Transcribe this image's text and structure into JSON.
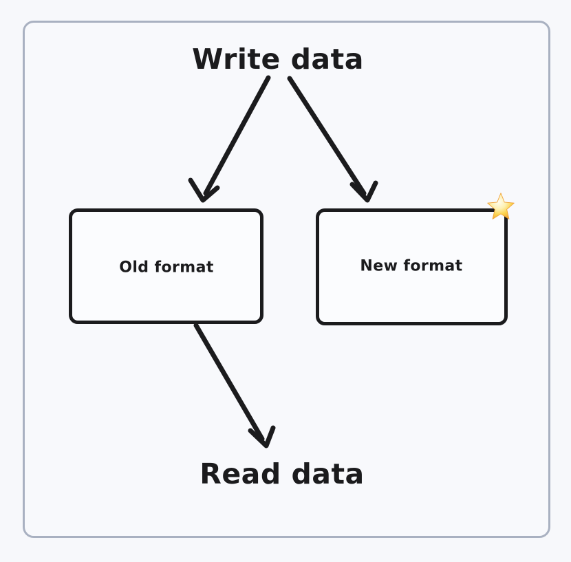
{
  "diagram": {
    "type": "flow-diagram",
    "title_top": "Write data",
    "title_bottom": "Read data",
    "frame": {
      "border_color": "#a9b1c1",
      "background_color": "#f8f9fc"
    },
    "page_background": "#f7f8fb",
    "nodes": [
      {
        "id": "old-format",
        "label": "Old format",
        "border_color": "#1b1b1d",
        "fill_color": "#fbfcfe",
        "badge": null
      },
      {
        "id": "new-format",
        "label": "New format",
        "border_color": "#1b1b1d",
        "fill_color": "#fbfcfe",
        "badge": "star-icon"
      }
    ],
    "edges": [
      {
        "id": "write-to-old",
        "from": "Write data",
        "to": "Old format",
        "style": "arrow"
      },
      {
        "id": "write-to-new",
        "from": "Write data",
        "to": "New format",
        "style": "arrow"
      },
      {
        "id": "old-to-read",
        "from": "Old format",
        "to": "Read data",
        "style": "arrow"
      }
    ],
    "badge_colors": {
      "star_center": "#fdf5c8",
      "star_mid": "#fbd34d",
      "star_edge": "#f2a33c"
    },
    "stroke_color": "#1b1b1d"
  }
}
